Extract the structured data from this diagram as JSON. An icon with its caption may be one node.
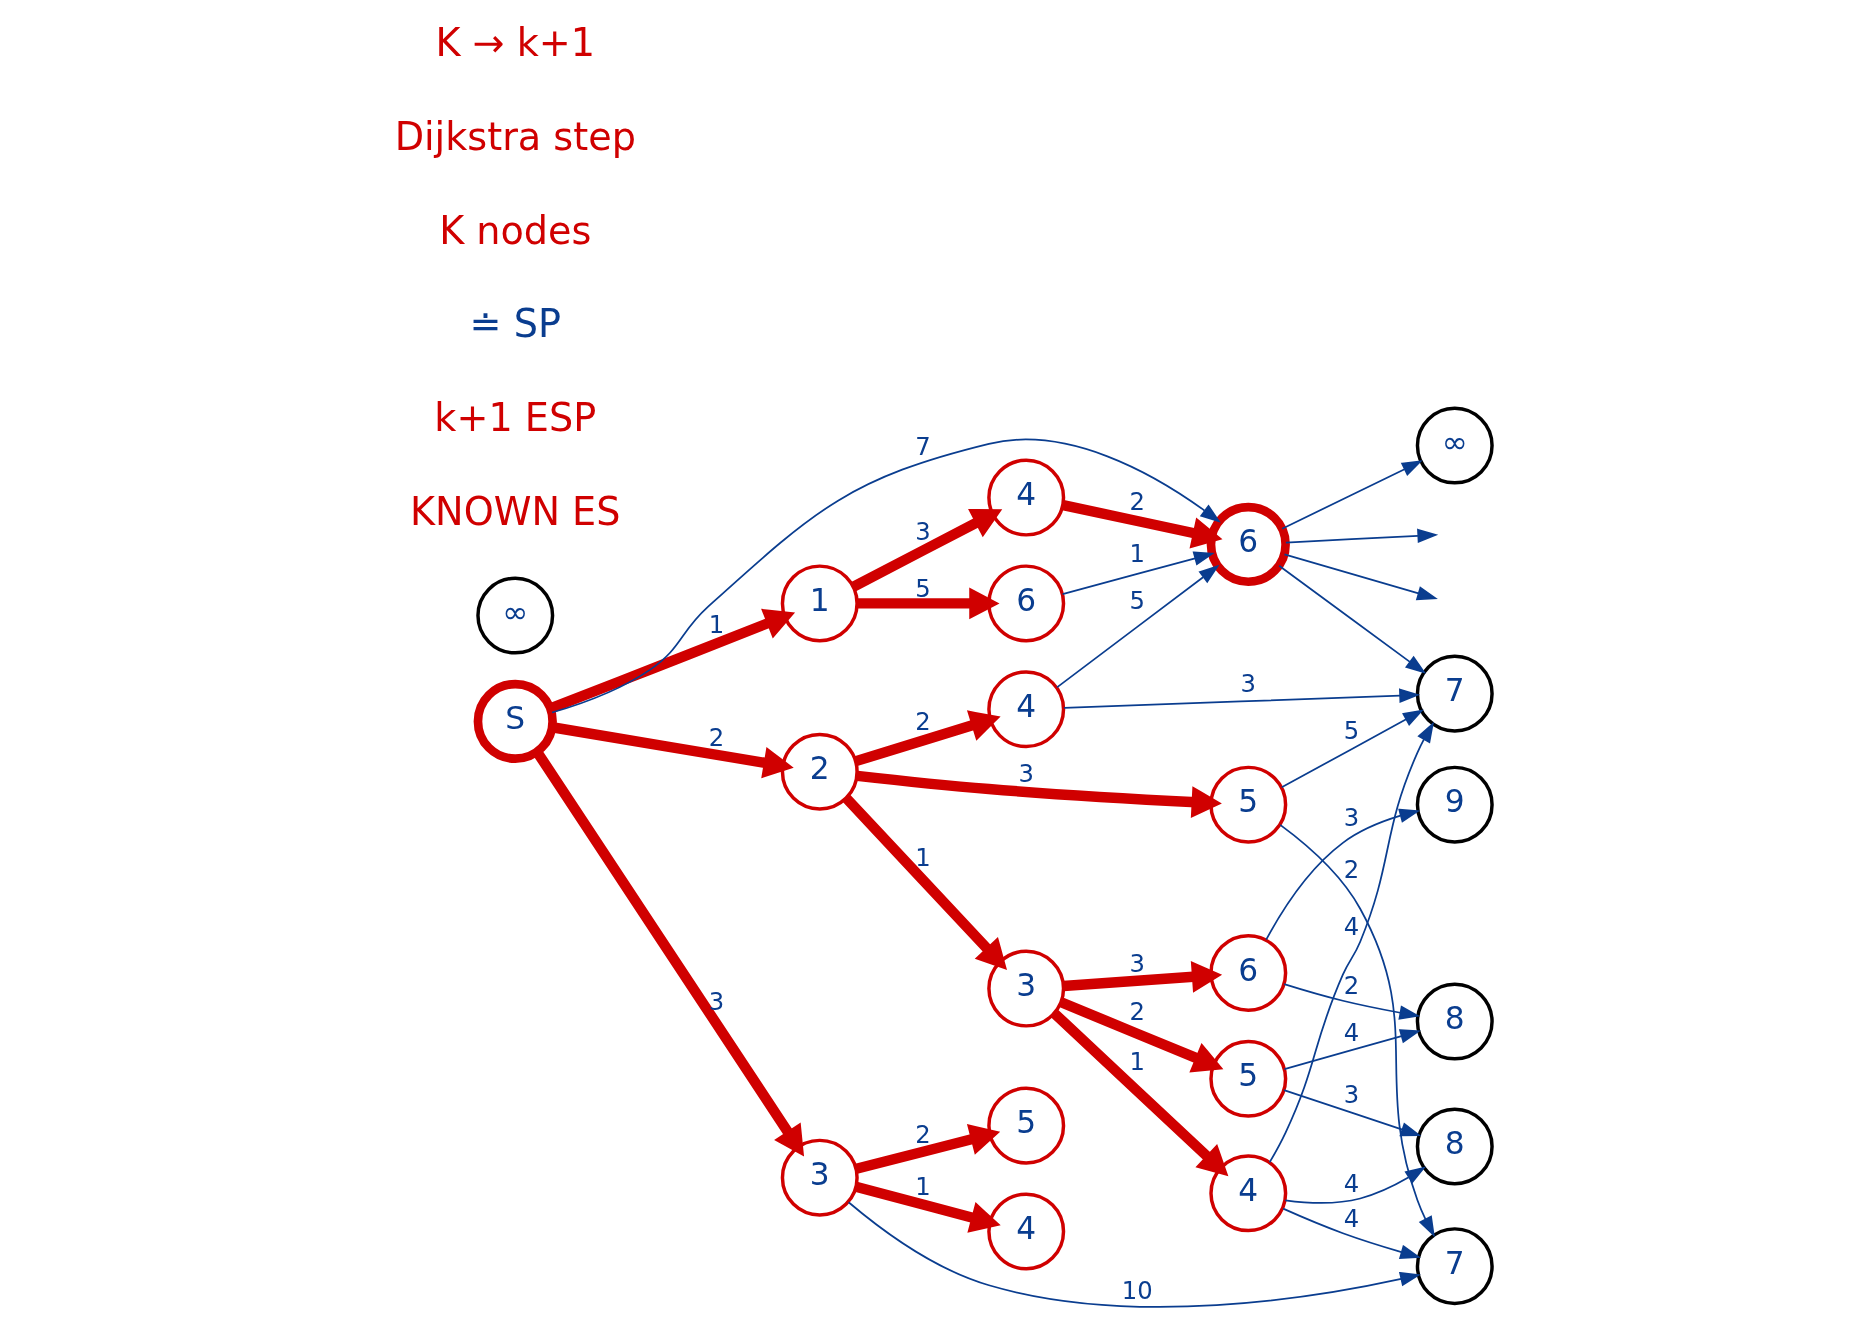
{
  "diagram": {
    "nodes": [
      {
        "text": [
          "S"
        ]
      },
      {
        "text": [
          "1"
        ]
      },
      {
        "text": [
          "6"
        ]
      },
      {
        "text": [
          "4"
        ]
      },
      {
        "text": [
          "2"
        ]
      },
      {
        "text": [
          "4"
        ]
      },
      {
        "text": [
          "5"
        ]
      },
      {
        "text": [
          "3"
        ]
      },
      {
        "text": [
          "3"
        ]
      },
      {
        "text": [
          "4"
        ]
      },
      {
        "text": [
          "5"
        ]
      },
      {
        "text": [
          "6"
        ]
      },
      {
        "text": [
          "5"
        ]
      },
      {
        "text": [
          "4"
        ]
      },
      {
        "text": [
          "6"
        ]
      },
      {
        "text": [
          "7"
        ]
      },
      {
        "text": [
          "7"
        ]
      },
      {
        "text": [
          "8"
        ]
      },
      {
        "text": [
          "8"
        ]
      },
      {
        "text": [
          "9"
        ]
      },
      {
        "text": [
          "∞"
        ]
      },
      {
        "text": [
          "∞"
        ]
      }
    ],
    "edges": [
      {
        "from": 0,
        "to": 1,
        "arrow": "to",
        "label": "1",
        "style": "thick",
        "color": "#d00000"
      },
      {
        "from": 0,
        "to": 4,
        "arrow": "to",
        "label": "2",
        "style": "thick",
        "color": "#d00000"
      },
      {
        "from": 0,
        "to": 7,
        "arrow": "to",
        "label": "3",
        "style": "thick",
        "color": "#d00000"
      },
      {
        "from": 1,
        "to": 2,
        "arrow": "to",
        "label": "5",
        "style": "thick",
        "color": "#d00000"
      },
      {
        "from": 1,
        "to": 3,
        "arrow": "to",
        "label": "3",
        "style": "thick",
        "color": "#d00000"
      },
      {
        "from": 4,
        "to": 5,
        "arrow": "to",
        "label": "2",
        "style": "thick",
        "color": "#d00000"
      },
      {
        "from": 4,
        "to": 6,
        "arrow": "to",
        "label": "3",
        "style": "thick",
        "color": "#d00000"
      },
      {
        "from": 4,
        "to": 8,
        "arrow": "to",
        "label": "1",
        "style": "thick",
        "color": "#d00000"
      },
      {
        "from": 7,
        "to": 12,
        "arrow": "to",
        "label": "2",
        "style": "thick",
        "color": "#d00000"
      },
      {
        "from": 7,
        "to": 13,
        "arrow": "to",
        "label": "1",
        "style": "thick",
        "color": "#d00000"
      },
      {
        "from": 8,
        "to": 9,
        "arrow": "to",
        "label": "1",
        "style": "thick",
        "color": "#d00000"
      },
      {
        "from": 8,
        "to": 10,
        "arrow": "to",
        "label": "2",
        "style": "thick",
        "color": "#d00000"
      },
      {
        "from": 8,
        "to": 11,
        "arrow": "to",
        "label": "3",
        "style": "thick",
        "color": "#d00000"
      },
      {
        "from": 3,
        "to": 14,
        "arrow": "to",
        "label": "2",
        "style": "thick",
        "color": "#d00000"
      },
      {
        "from": 0,
        "to": 14,
        "arrow": "to",
        "label": "7"
      },
      {
        "from": 2,
        "to": 14,
        "arrow": "to",
        "label": "1"
      },
      {
        "from": 5,
        "to": 14,
        "arrow": "to",
        "label": "5"
      },
      {
        "from": 5,
        "to": 15,
        "arrow": "to",
        "label": "3"
      },
      {
        "from": 6,
        "to": 15,
        "arrow": "to",
        "label": "5"
      },
      {
        "from": 6,
        "to": 16,
        "arrow": "to",
        "label": "2"
      },
      {
        "from": 7,
        "to": 16,
        "arrow": "to",
        "label": "10"
      },
      {
        "from": 9,
        "to": 15,
        "arrow": "to",
        "label": "4"
      },
      {
        "from": 9,
        "to": 16,
        "arrow": "to",
        "label": "4"
      },
      {
        "from": 9,
        "to": 17,
        "arrow": "to",
        "label": "4"
      },
      {
        "from": 10,
        "to": 17,
        "arrow": "to",
        "label": "3"
      },
      {
        "from": 10,
        "to": 18,
        "arrow": "to",
        "label": "4"
      },
      {
        "from": 11,
        "to": 18,
        "arrow": "to",
        "label": "2"
      },
      {
        "from": 11,
        "to": 19,
        "arrow": "to",
        "label": "3"
      },
      {
        "from": 14,
        "to": 20,
        "arrow": "to"
      },
      {
        "from": 14,
        "to": 15,
        "arrow": "to"
      },
      {
        "from": 14,
        "to": null,
        "arrow": "to"
      },
      {
        "from": 14,
        "to": null,
        "arrow": "to"
      }
    ],
    "labels": [
      "KNOWN ES",
      "k+1 ESP",
      "≐ SP",
      "K nodes",
      "Dijkstra step",
      "K → k+1"
    ]
  }
}
